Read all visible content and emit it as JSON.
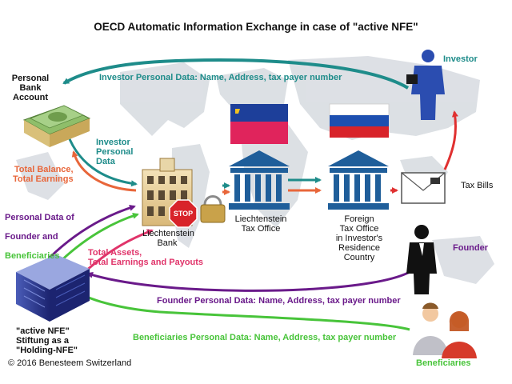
{
  "title": "OECD Automatic Information Exchange in case of \"active NFE\"",
  "labels": {
    "personal_bank_account": "Personal\nBank\nAccount",
    "investor": "Investor",
    "investor_personal_data_flow": "Investor Personal Data: Name, Address, tax payer number",
    "investor_personal_data": "Investor\nPersonal\nData",
    "total_balance": "Total Balance,\nTotal Earnings",
    "personal_data_of": "Personal Data of",
    "founder_and": "Founder and",
    "beneficiaries_word": "Beneficiaries",
    "liechtenstein_bank": "Liechtenstein\nBank",
    "stop": "STOP",
    "liechtenstein_tax_office": "Liechtenstein\nTax Office",
    "foreign_tax_office": "Foreign\nTax Office\nin Investor's\nResidence\nCountry",
    "tax_bills": "Tax Bills",
    "founder": "Founder",
    "total_assets": "Total Assets,\nTotal Earnings and Payouts",
    "active_nfe": "\"active NFE\"\nStiftung as a\n\"Holding-NFE\"",
    "founder_personal_data_flow": "Founder Personal Data: Name, Address, tax payer number",
    "beneficiaries_personal_data_flow": "Beneficiaries Personal Data: Name, Address, tax payer number",
    "beneficiaries": "Beneficiaries",
    "copyright": "© 2016 Benesteem Switzerland"
  },
  "colors": {
    "teal": "#1e8c8a",
    "investor_blue": "#2b4db0",
    "orange": "#e8663a",
    "purple": "#6a1a8a",
    "green": "#48c43a",
    "pink": "#e0346a",
    "red_flow": "#e03030",
    "bank_blue": "#1f5e9a",
    "map_gray": "#d9dde2"
  },
  "flags": {
    "liechtenstein": {
      "top": "#1d3f9a",
      "bottom": "#e0245c",
      "crown": "#f0c020"
    },
    "russia": {
      "top": "#ffffff",
      "middle": "#1d4fb0",
      "bottom": "#d8232a"
    }
  }
}
